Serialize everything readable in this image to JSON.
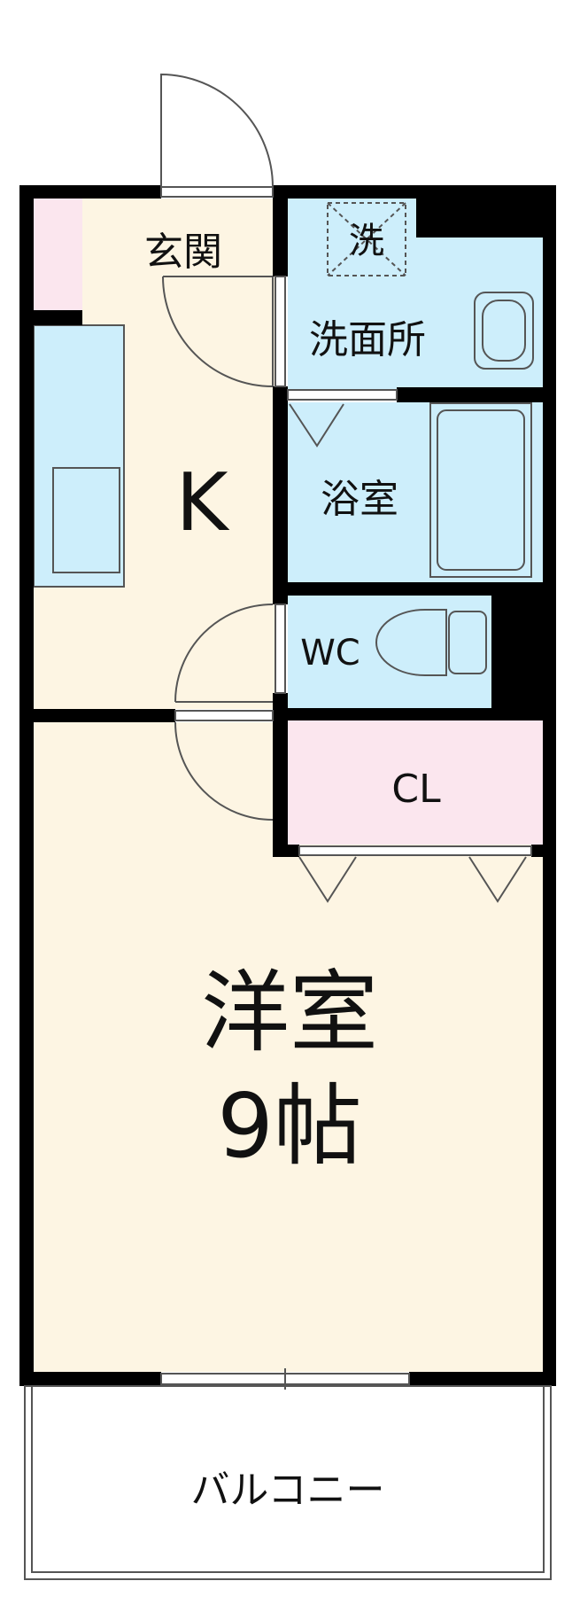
{
  "rooms": {
    "genkan": "玄関",
    "washroom": "洗面所",
    "washer": "洗",
    "kitchen": "K",
    "bath": "浴室",
    "wc": "WC",
    "closet": "CL",
    "western_room_line1": "洋室",
    "western_room_line2": "9帖",
    "balcony": "バルコニー"
  },
  "colors": {
    "wall": "#000000",
    "floor": "#fdf5e3",
    "wet_area": "#cdeefb",
    "closet": "#fbe6ee",
    "fixture_stroke": "#555555",
    "balcony_stroke": "#555555"
  }
}
